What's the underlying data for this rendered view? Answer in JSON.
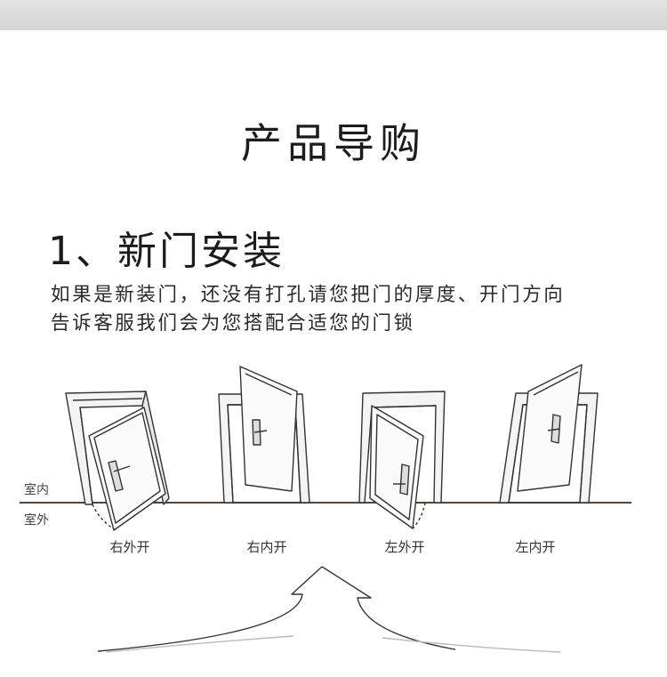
{
  "header": {
    "title": "产品导购"
  },
  "section": {
    "heading": "1、新门安装",
    "intro_line1": "如果是新装门，还没有打孔请您把门的厚度、开门方向",
    "intro_line2": "告诉客服我们会为您搭配合适您的门锁"
  },
  "diagram": {
    "indoor_label": "室内",
    "outdoor_label": "室外",
    "doors": [
      {
        "label": "右外开"
      },
      {
        "label": "右内开"
      },
      {
        "label": "左外开"
      },
      {
        "label": "左内开"
      }
    ]
  },
  "colors": {
    "floor_line": "#3a2c22",
    "ink": "#333333"
  }
}
